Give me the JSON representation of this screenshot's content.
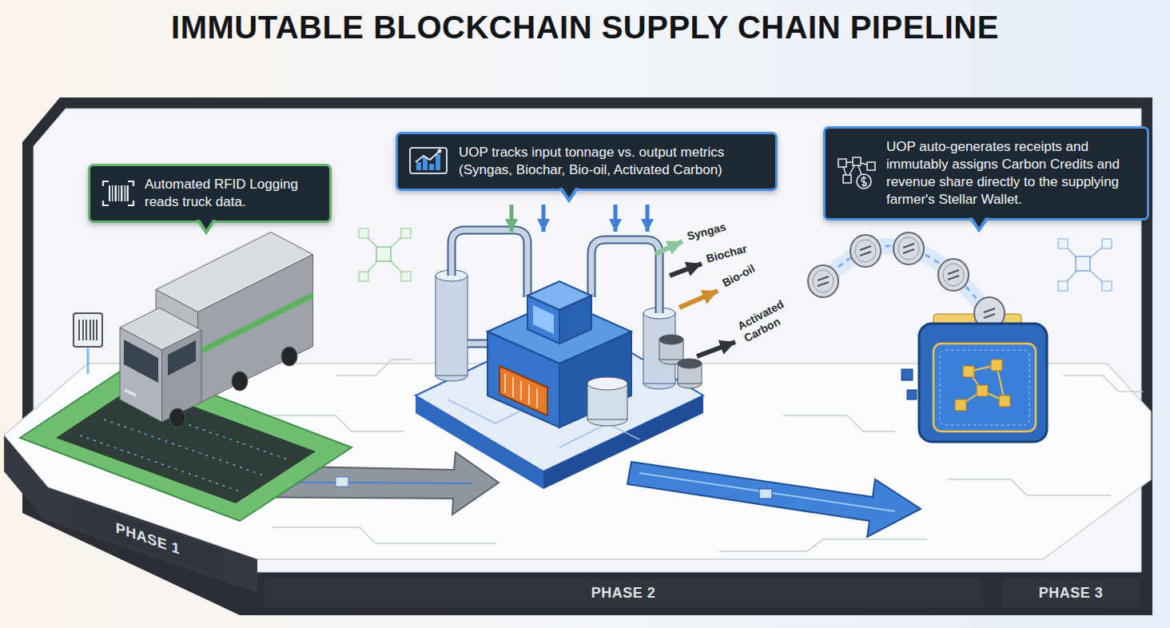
{
  "diagram": {
    "title": "IMMUTABLE BLOCKCHAIN SUPPLY CHAIN PIPELINE",
    "nodes": [
      {
        "text": [
          "Automated RFID Logging reads truck data."
        ]
      },
      {
        "text": [
          "UOP tracks input tonnage vs. output metrics (Syngas, Biochar, Bio-oil, Activated Carbon)"
        ]
      },
      {
        "text": [
          "UOP auto-generates receipts and immutably assigns Carbon Credits and revenue share directly to the supplying farmer's Stellar Wallet."
        ]
      },
      {
        "text": [
          "PHASE 1"
        ]
      },
      {
        "text": [
          "PHASE 2"
        ]
      },
      {
        "text": [
          "PHASE 3"
        ]
      }
    ],
    "labels": [
      "Syngas",
      "Biochar",
      "Bio-oil",
      "Activated Carbon"
    ]
  }
}
